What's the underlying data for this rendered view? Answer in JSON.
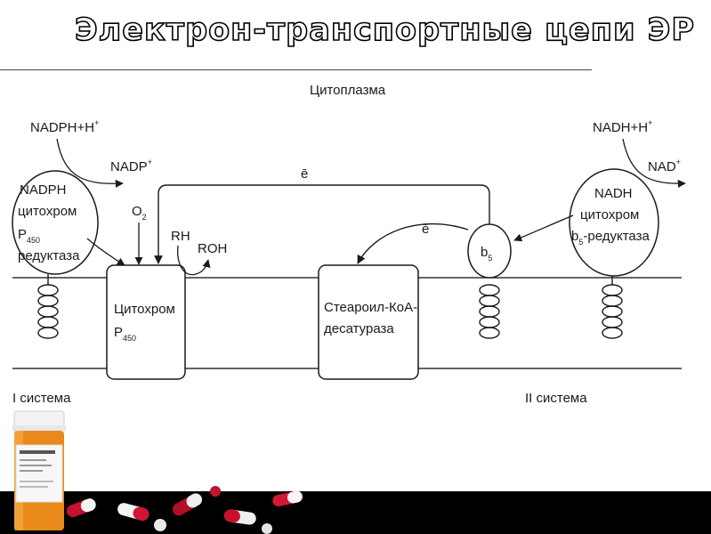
{
  "slide_title": "Электрон-транспортные цепи ЭР",
  "diagram": {
    "cytoplasm_label": "Цитоплазма",
    "system_one_label": "I система",
    "system_two_label": "II система",
    "nadph_h_label": "NADPH+H",
    "nadph_h_sup": "+",
    "nadp_label": "NADP",
    "nadp_sup": "+",
    "nadh_h_label": "NADH+H",
    "nadh_h_sup": "+",
    "nad_label": "NAD",
    "nad_sup": "+",
    "reductase1": {
      "line1": "NADPH",
      "line2": "цитохром",
      "line3_main": "P",
      "line3_sub": "450",
      "line4": "редуктаза"
    },
    "reductase2": {
      "line1": "NADH",
      "line2": "цитохром",
      "line3_main": "b",
      "line3_sub": "5",
      "line3_rest": "-редуктаза"
    },
    "o2_main": "O",
    "o2_sub": "2",
    "rh_label": "RH",
    "roh_label": "ROH",
    "electron_label_top": "ē",
    "electron_label_mid": "ē",
    "b5_main": "b",
    "b5_sub": "5",
    "cytochrome_box": {
      "line1": "Цитохром",
      "line2_main": "P",
      "line2_sub": "450"
    },
    "desaturase_box": {
      "line1": "Стеароил-КоА-",
      "line2": "десатураза"
    }
  }
}
